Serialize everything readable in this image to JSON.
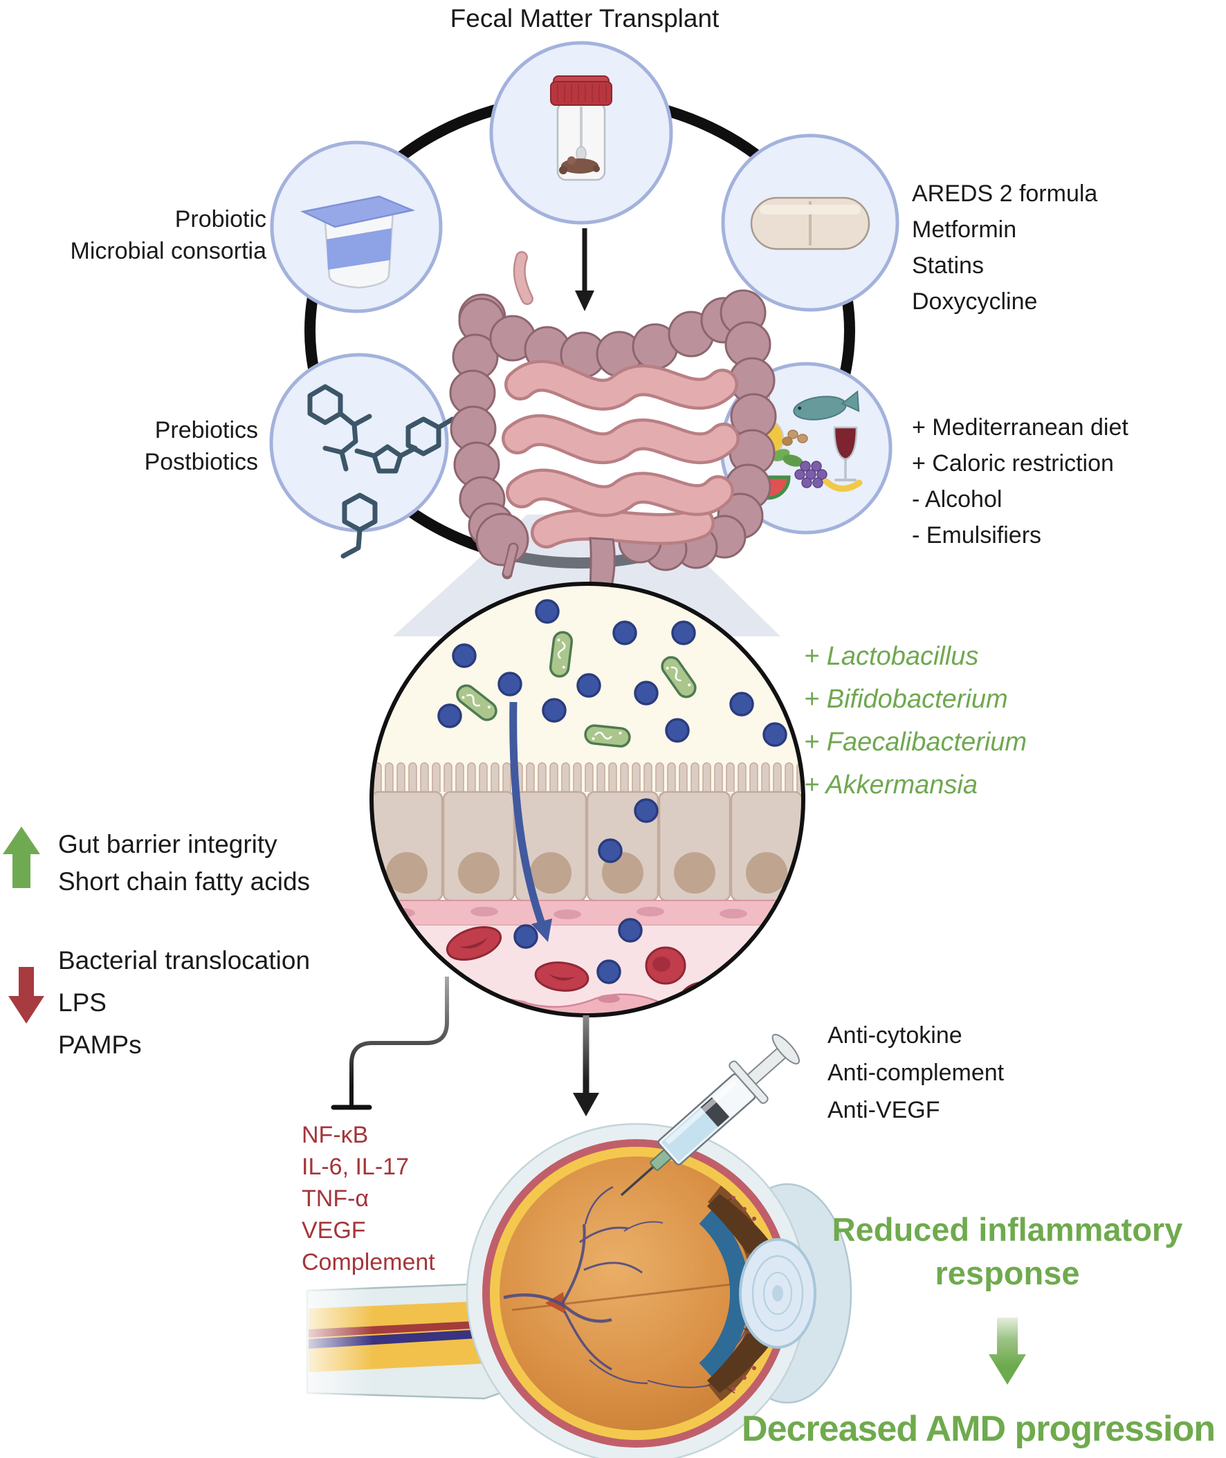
{
  "title": "Fecal Matter Transplant",
  "palette": {
    "circle_fill": "#e9effb",
    "circle_border": "#a3b2dc",
    "accent_green": "#6faa4e",
    "accent_red": "#a4353b",
    "connector_black": "#111111"
  },
  "interventions": {
    "probiotic": {
      "icon": "yogurt-cup-icon",
      "lines": [
        "Probiotic",
        "Microbial consortia"
      ]
    },
    "prebiotics": {
      "icon": "molecule-icon",
      "lines": [
        "Prebiotics",
        "Postbiotics"
      ]
    },
    "fecal_transplant": {
      "icon": "stool-sample-icon"
    },
    "medications": {
      "icon": "pill-icon",
      "lines": [
        "AREDS 2 formula",
        "Metformin",
        "Statins",
        "Doxycycline"
      ]
    },
    "diet": {
      "icon": "food-icon",
      "lines": [
        "+ Mediterranean diet",
        "+ Caloric restriction",
        "- Alcohol",
        "- Emulsifiers"
      ]
    }
  },
  "microbiome": {
    "lines": [
      "+ Lactobacillus",
      "+ Bifidobacterium",
      "+ Faecalibacterium",
      "+ Akkermansia"
    ]
  },
  "increased": {
    "arrow": "up-arrow-green",
    "lines": [
      "Gut barrier integrity",
      "Short chain fatty acids"
    ]
  },
  "decreased": {
    "arrow": "down-arrow-red",
    "lines": [
      "Bacterial translocation",
      "LPS",
      "PAMPs"
    ]
  },
  "inhibited": {
    "lines": [
      "NF-κB",
      "IL-6, IL-17",
      "TNF-α",
      "VEGF",
      "Complement"
    ]
  },
  "eye_therapies": {
    "lines": [
      "Anti-cytokine",
      "Anti-complement",
      "Anti-VEGF"
    ]
  },
  "outcomes": {
    "primary": "Reduced inflammatory response",
    "secondary": "Decreased AMD progression"
  }
}
